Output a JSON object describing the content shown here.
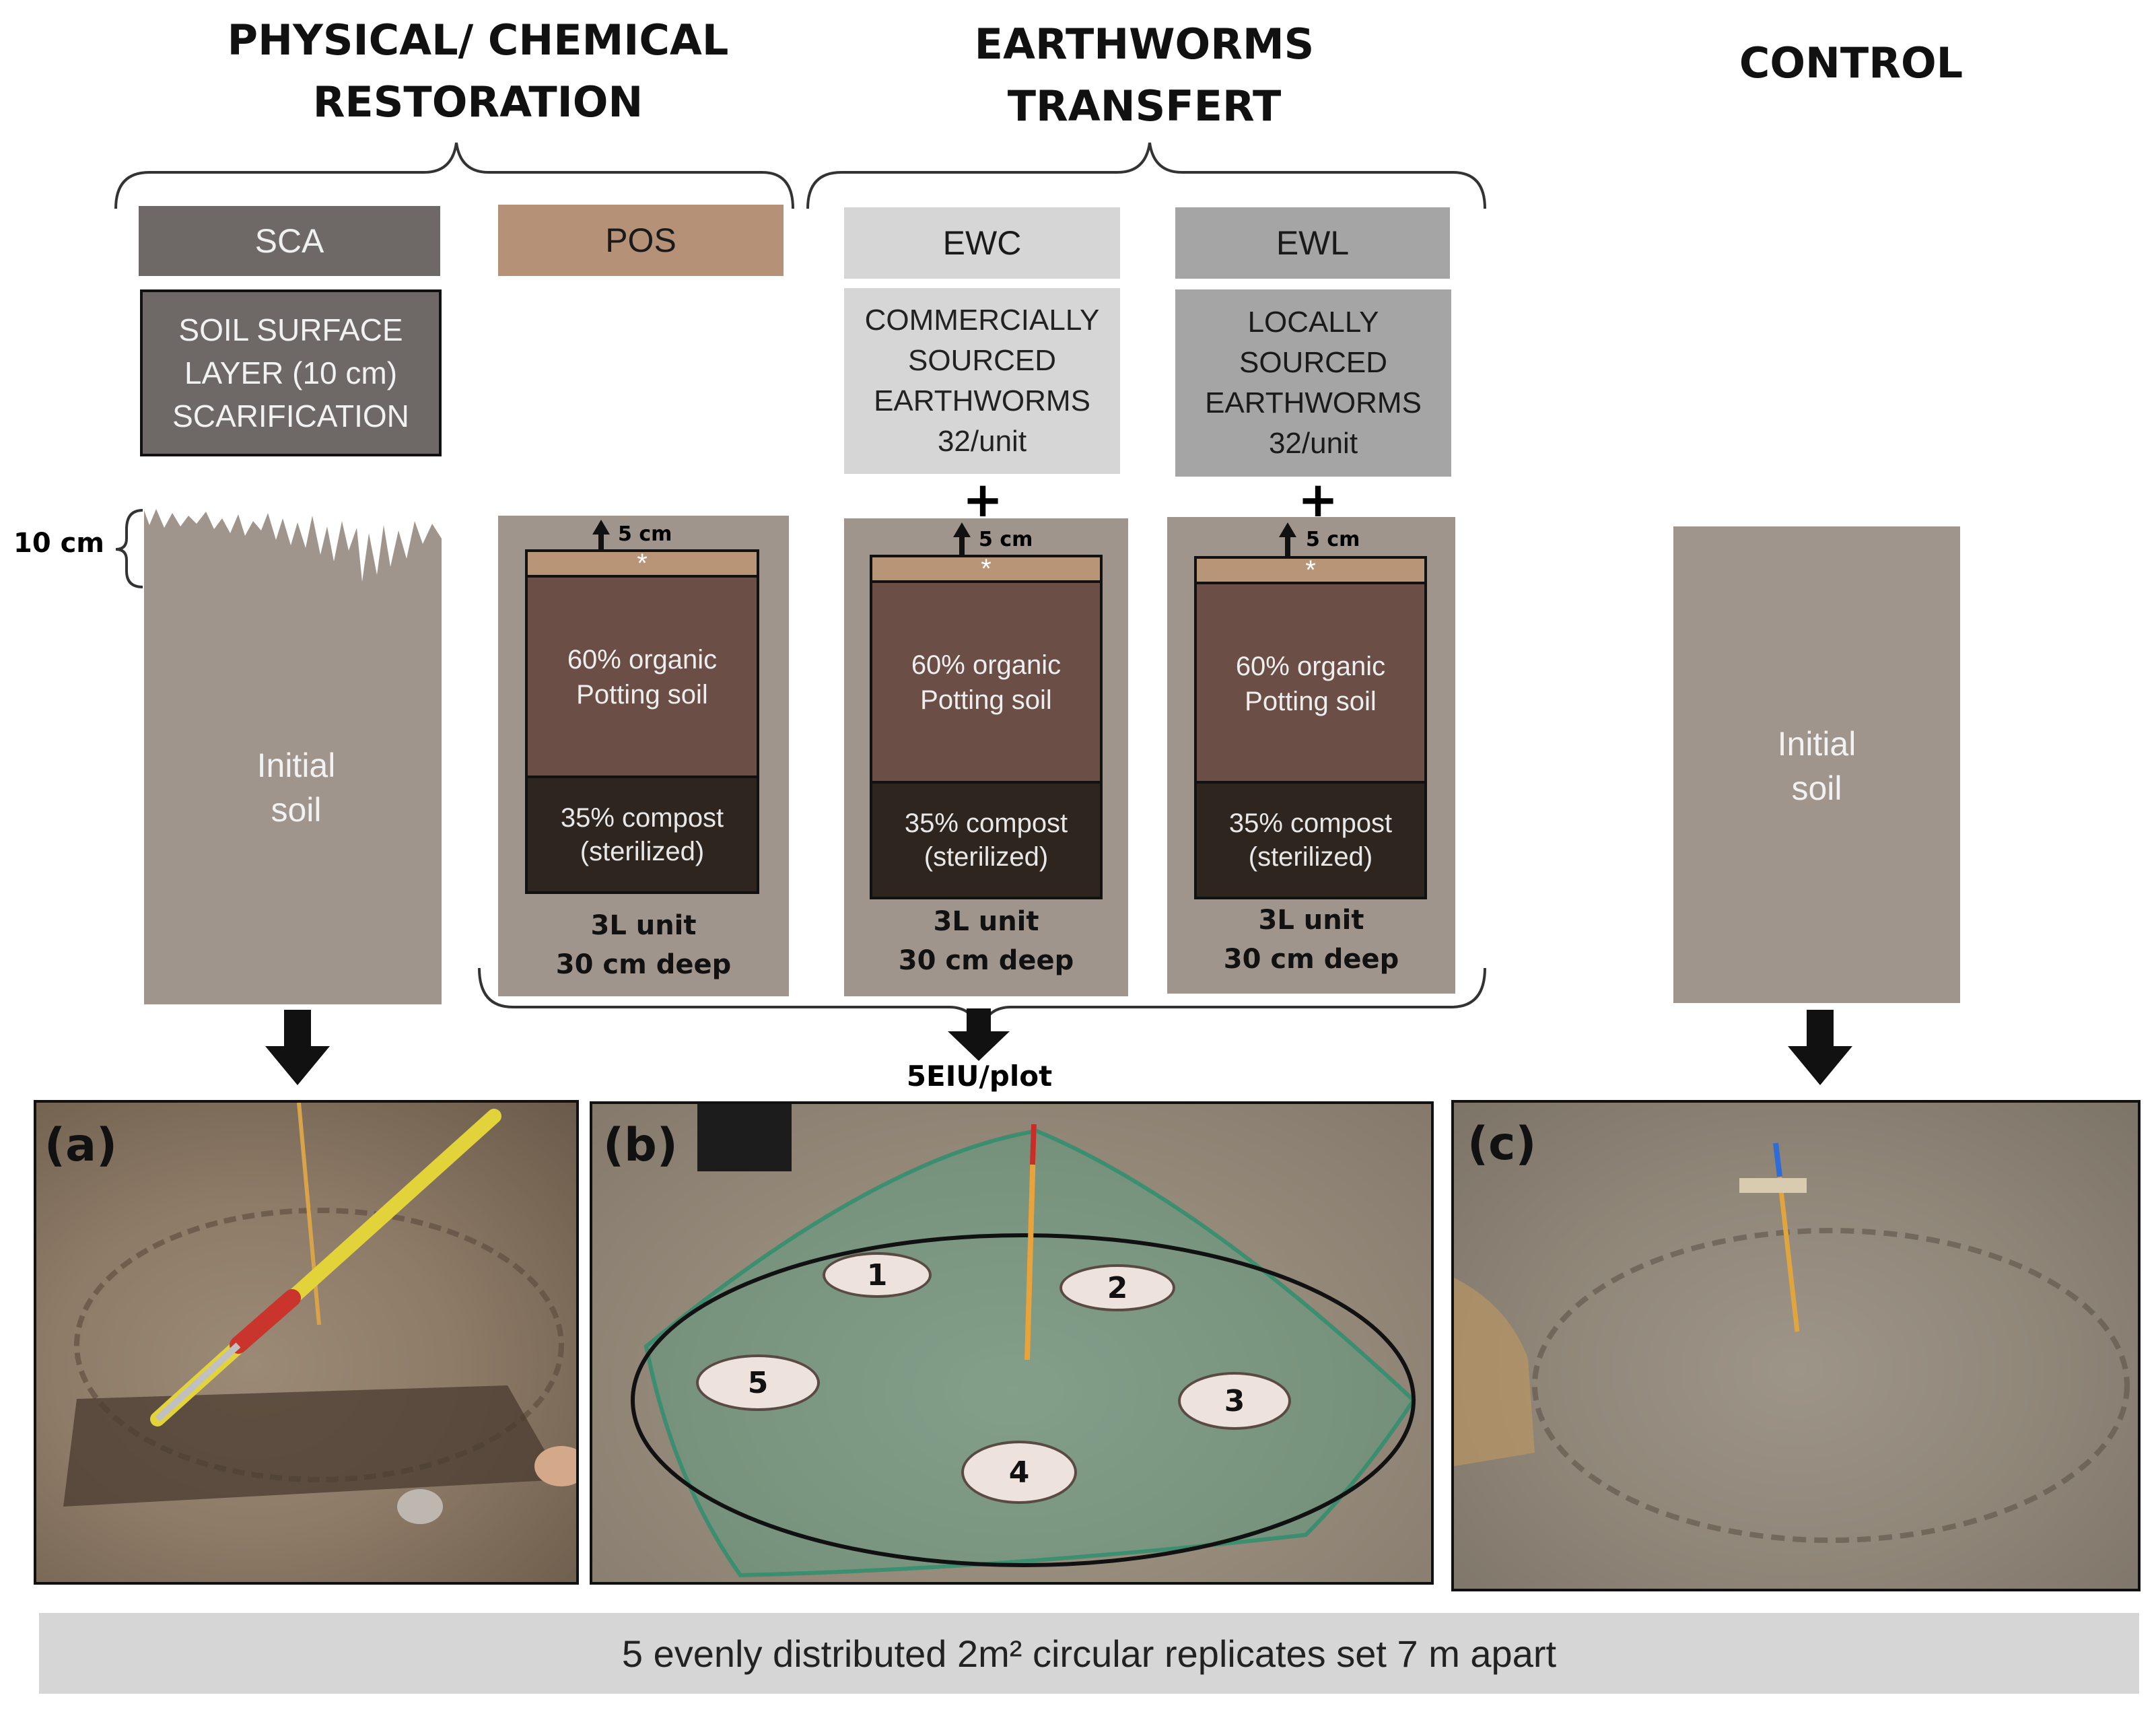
{
  "headers": {
    "physical_line1": "PHYSICAL/ CHEMICAL",
    "physical_line2": "RESTORATION",
    "earthworms_line1": "EARTHWORMS",
    "earthworms_line2": "TRANSFERT",
    "control": "CONTROL"
  },
  "treatments": {
    "sca": {
      "tag": "SCA",
      "desc_lines": [
        "SOIL SURFACE",
        "LAYER (10 cm)",
        "SCARIFICATION"
      ]
    },
    "pos": {
      "tag": "POS"
    },
    "ewc": {
      "tag": "EWC",
      "desc_lines": [
        "COMMERCIALLY",
        "SOURCED",
        "EARTHWORMS",
        "32/unit"
      ]
    },
    "ewl": {
      "tag": "EWL",
      "desc_lines": [
        "LOCALLY",
        "SOURCED",
        "EARTHWORMS",
        "32/unit"
      ]
    }
  },
  "plus_sign": "+",
  "depth_label": "10 cm",
  "initial_soil": [
    "Initial",
    "soil"
  ],
  "unit": {
    "arrow_label": "5 cm",
    "top_marker": "*",
    "organic": [
      "60% organic",
      "Potting soil"
    ],
    "compost": [
      "35% compost",
      "(sterilized)"
    ],
    "caption": [
      "3L unit",
      "30 cm deep"
    ]
  },
  "plot_label": "5EIU/plot",
  "photos": {
    "a": "(a)",
    "b": "(b)",
    "c": "(c)",
    "replicates": [
      "1",
      "2",
      "3",
      "4",
      "5"
    ]
  },
  "footer": "5 evenly distributed 2m² circular replicates set 7 m apart",
  "colors": {
    "sca_tag": "#6e6866",
    "pos_tag": "#b59177",
    "ewc_tag": "#d6d6d6",
    "ewl_tag": "#a5a5a5",
    "soil": "#a0958d",
    "organic": "#6b4e46",
    "compost": "#2e251f",
    "footer_bg": "#d6d6d6"
  }
}
